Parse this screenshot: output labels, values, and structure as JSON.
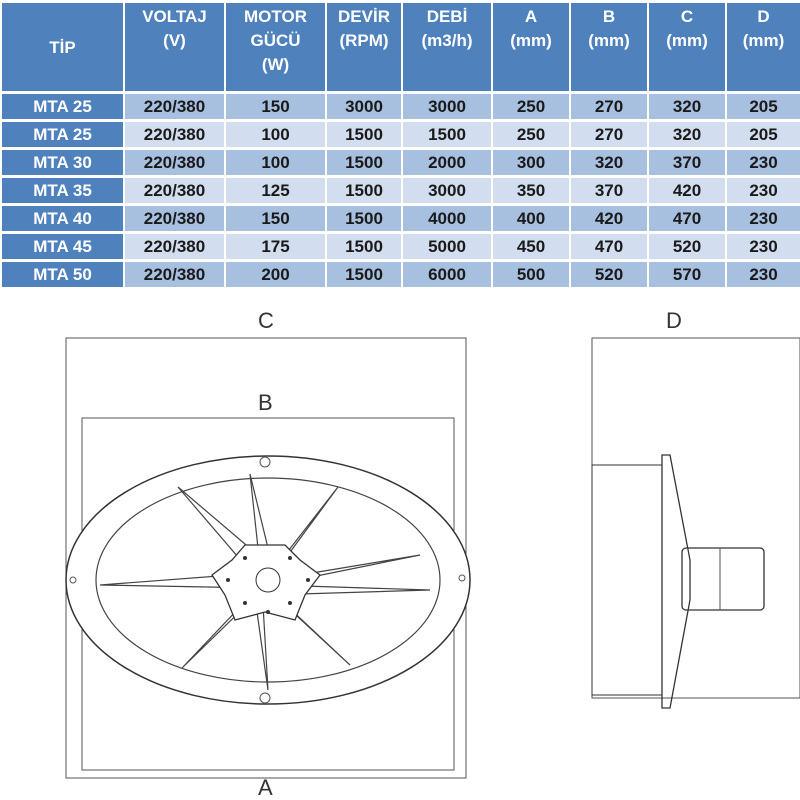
{
  "table": {
    "headers": [
      "TİP",
      "VOLTAJ\n(V)",
      "MOTOR\nGÜCÜ\n(W)",
      "DEVİR\n(RPM)",
      "DEBİ\n(m3/h)",
      "A\n(mm)",
      "B\n(mm)",
      "C\n(mm)",
      "D\n(mm)"
    ],
    "rows": [
      [
        "MTA 25",
        "220/380",
        "150",
        "3000",
        "3000",
        "250",
        "270",
        "320",
        "205"
      ],
      [
        "MTA 25",
        "220/380",
        "100",
        "1500",
        "1500",
        "250",
        "270",
        "320",
        "205"
      ],
      [
        "MTA 30",
        "220/380",
        "100",
        "1500",
        "2000",
        "300",
        "320",
        "370",
        "230"
      ],
      [
        "MTA 35",
        "220/380",
        "125",
        "1500",
        "3000",
        "350",
        "370",
        "420",
        "230"
      ],
      [
        "MTA 40",
        "220/380",
        "150",
        "1500",
        "4000",
        "400",
        "420",
        "470",
        "230"
      ],
      [
        "MTA 45",
        "220/380",
        "175",
        "1500",
        "5000",
        "450",
        "470",
        "520",
        "230"
      ],
      [
        "MTA 50",
        "220/380",
        "200",
        "1500",
        "6000",
        "500",
        "520",
        "570",
        "230"
      ]
    ]
  },
  "drawing": {
    "label_c": "C",
    "label_b": "B",
    "label_a": "A",
    "label_d": "D"
  },
  "colors": {
    "header_blue": "#4f81bd",
    "row_dark": "#a8c0e0",
    "row_light": "#d2deef"
  }
}
